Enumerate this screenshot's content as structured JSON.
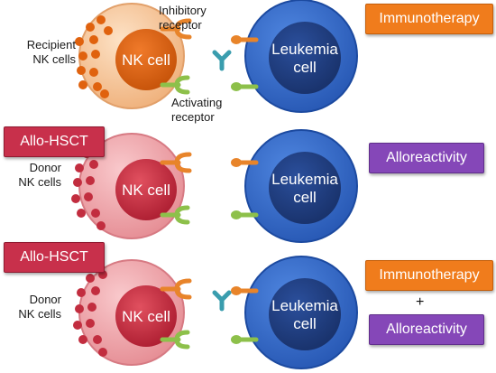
{
  "panels": [
    {
      "source_label": "Recipient\nNK cells",
      "nk_label": "NK cell",
      "leukemia_label": "Leukemia\ncell",
      "outcome_tags": [
        "Immunotherapy"
      ]
    },
    {
      "header_tag": "Allo-HSCT",
      "source_label": "Donor\nNK cells",
      "nk_label": "NK cell",
      "leukemia_label": "Leukemia\ncell",
      "outcome_tags": [
        "Alloreactivity"
      ]
    },
    {
      "header_tag": "Allo-HSCT",
      "source_label": "Donor\nNK cells",
      "nk_label": "NK cell",
      "leukemia_label": "Leukemia\ncell",
      "outcome_tags": [
        "Immunotherapy",
        "Alloreactivity"
      ],
      "plus": "+"
    }
  ],
  "receptor_labels": {
    "inhibitory": "Inhibitory\nreceptor",
    "activating": "Activating\nreceptor"
  },
  "colors": {
    "nk_body_top": "#f6c79a",
    "nk_nucleus_top": "#e0620e",
    "nk_body_donor": "#f2a3a8",
    "nk_nucleus_donor": "#c22d3f",
    "leukemia_outer": "#2f63c6",
    "leukemia_inner": "#1f3f84",
    "inhibitory_receptor": "#e8842a",
    "activating_receptor": "#8dc04a",
    "antibody": "#3a9dae",
    "immunotherapy_tag": "#f07c1c",
    "alloreactivity_tag": "#8547b8",
    "allo_hsct_tag": "#c8304b"
  }
}
